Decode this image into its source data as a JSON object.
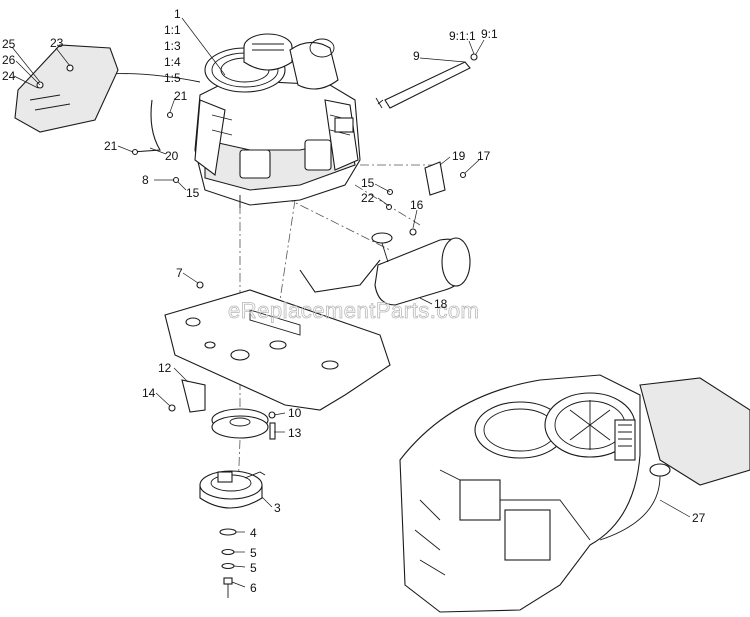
{
  "watermark": "eReplacementParts.com",
  "callouts": [
    {
      "id": "c1",
      "label": "1"
    },
    {
      "id": "c1-1",
      "label": "1:1"
    },
    {
      "id": "c1-3",
      "label": "1:3"
    },
    {
      "id": "c1-4",
      "label": "1:4"
    },
    {
      "id": "c1-5",
      "label": "1:5"
    },
    {
      "id": "c3",
      "label": "3"
    },
    {
      "id": "c4",
      "label": "4"
    },
    {
      "id": "c5a",
      "label": "5"
    },
    {
      "id": "c5b",
      "label": "5"
    },
    {
      "id": "c6",
      "label": "6"
    },
    {
      "id": "c7",
      "label": "7"
    },
    {
      "id": "c8",
      "label": "8"
    },
    {
      "id": "c9",
      "label": "9"
    },
    {
      "id": "c9-1-1",
      "label": "9:1:1"
    },
    {
      "id": "c9-1",
      "label": "9:1"
    },
    {
      "id": "c10",
      "label": "10"
    },
    {
      "id": "c12",
      "label": "12"
    },
    {
      "id": "c13",
      "label": "13"
    },
    {
      "id": "c14",
      "label": "14"
    },
    {
      "id": "c15a",
      "label": "15"
    },
    {
      "id": "c15b",
      "label": "15"
    },
    {
      "id": "c16",
      "label": "16"
    },
    {
      "id": "c17",
      "label": "17"
    },
    {
      "id": "c18",
      "label": "18"
    },
    {
      "id": "c19",
      "label": "19"
    },
    {
      "id": "c20",
      "label": "20"
    },
    {
      "id": "c21a",
      "label": "21"
    },
    {
      "id": "c21b",
      "label": "21"
    },
    {
      "id": "c22",
      "label": "22"
    },
    {
      "id": "c23",
      "label": "23"
    },
    {
      "id": "c24",
      "label": "24"
    },
    {
      "id": "c25",
      "label": "25"
    },
    {
      "id": "c26",
      "label": "26"
    },
    {
      "id": "c27",
      "label": "27"
    }
  ]
}
